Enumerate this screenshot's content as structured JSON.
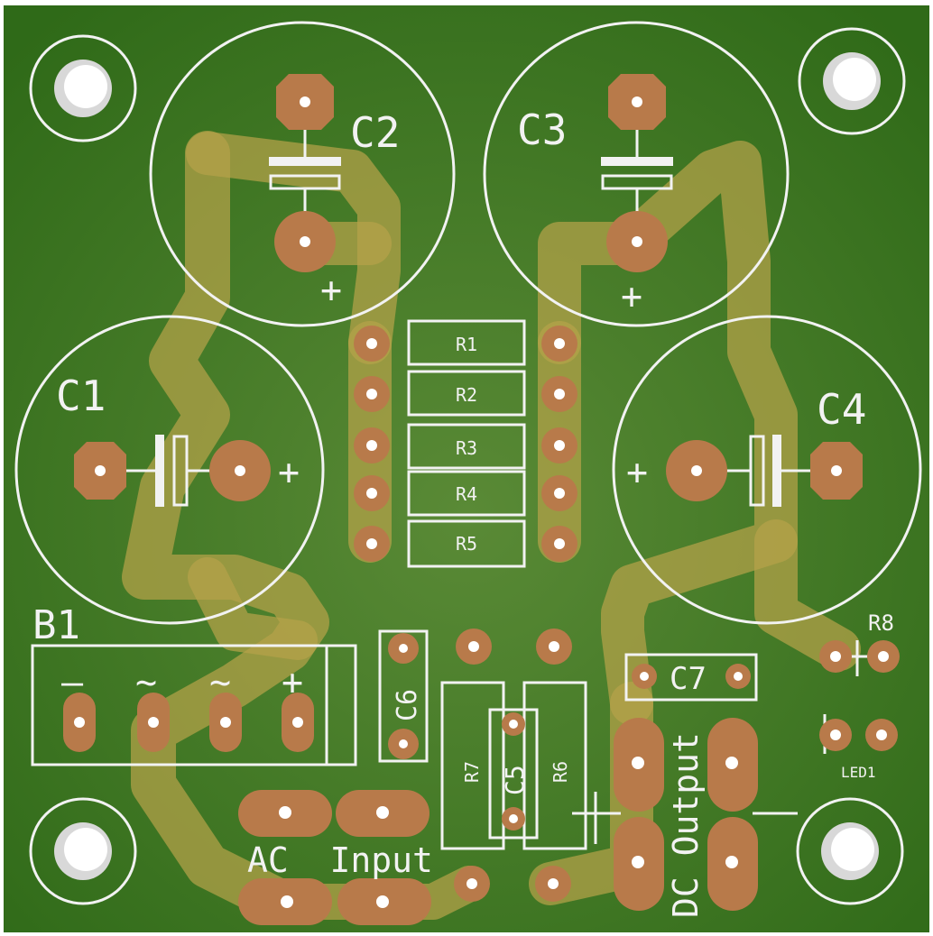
{
  "board": {
    "background_color": "#3f7a22",
    "copper_color": "#b87a4a",
    "trace_color": "#b5a24a",
    "silkscreen_color": "#f2f2f2"
  },
  "components": {
    "C1": "C1",
    "C2": "C2",
    "C3": "C3",
    "C4": "C4",
    "C5": "C5",
    "C6": "C6",
    "C7": "C7",
    "R1": "R1",
    "R2": "R2",
    "R3": "R3",
    "R4": "R4",
    "R5": "R5",
    "R6": "R6",
    "R7": "R7",
    "R8": "R8",
    "B1": "B1",
    "LED1": "LED1"
  },
  "bridge_pins": [
    "—",
    "~",
    "~",
    "+"
  ],
  "polarity": {
    "plus": "+",
    "minus": "—"
  },
  "connectors": {
    "ac_input": "AC  Input",
    "dc_output": "DC Output"
  }
}
